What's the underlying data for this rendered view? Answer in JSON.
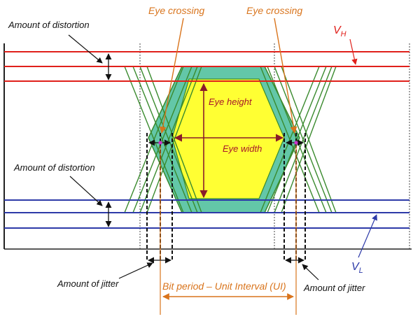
{
  "labels": {
    "eye_crossing_left": "Eye crossing",
    "eye_crossing_right": "Eye crossing",
    "distortion_top": "Amount of distortion",
    "distortion_bottom": "Amount of distortion",
    "vh_letter": "V",
    "vh_sub": "H",
    "vl_letter": "V",
    "vl_sub": "L",
    "eye_height": "Eye height",
    "eye_width": "Eye width",
    "jitter_left": "Amount of jitter",
    "jitter_right": "Amount of jitter",
    "bit_period": "Bit period – Unit Interval (UI)"
  },
  "colors": {
    "high_level_lines": "#e0201b",
    "low_level_lines": "#2d3aa8",
    "transition_lines": "#3a8a2e",
    "eye_fill": "#ffff33",
    "eye_border_fill": "#63c7a8",
    "eye_border_stroke": "#3a8a2e",
    "eye_arrows": "#8a1c2a",
    "orange_annotations": "#d9741c",
    "crossing_marker": "#cc33cc"
  }
}
